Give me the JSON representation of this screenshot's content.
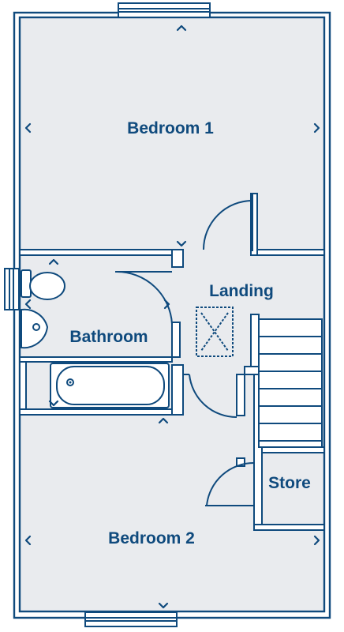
{
  "floorplan": {
    "colors": {
      "wall": "#0f4a7d",
      "floor": "#e9ebee",
      "background": "#ffffff"
    },
    "rooms": [
      {
        "id": "bedroom-1",
        "label": "Bedroom 1"
      },
      {
        "id": "landing",
        "label": "Landing"
      },
      {
        "id": "bathroom",
        "label": "Bathroom"
      },
      {
        "id": "store",
        "label": "Store"
      },
      {
        "id": "bedroom-2",
        "label": "Bedroom 2"
      }
    ],
    "fixtures": [
      {
        "name": "toilet-icon"
      },
      {
        "name": "basin-icon"
      },
      {
        "name": "bathtub-icon"
      },
      {
        "name": "staircase-icon"
      },
      {
        "name": "loft-hatch-icon"
      }
    ]
  }
}
